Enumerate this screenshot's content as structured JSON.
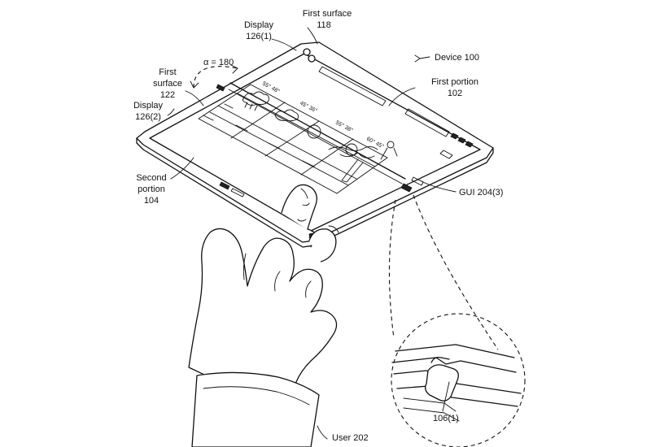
{
  "labels": {
    "first_surface_118": [
      "First surface",
      "118"
    ],
    "display_126_1": [
      "Display",
      "126(1)"
    ],
    "device_100": "Device 100",
    "alpha": "α = 180",
    "first_portion_102": [
      "First portion",
      "102"
    ],
    "first_surface_122": [
      "First",
      "surface",
      "122"
    ],
    "display_126_2": [
      "Display",
      "126(2)"
    ],
    "second_portion_104": [
      "Second",
      "portion",
      "104"
    ],
    "gui_204_3": "GUI 204(3)",
    "hinge_106_1": "106(1)",
    "user_202": "User 202"
  }
}
